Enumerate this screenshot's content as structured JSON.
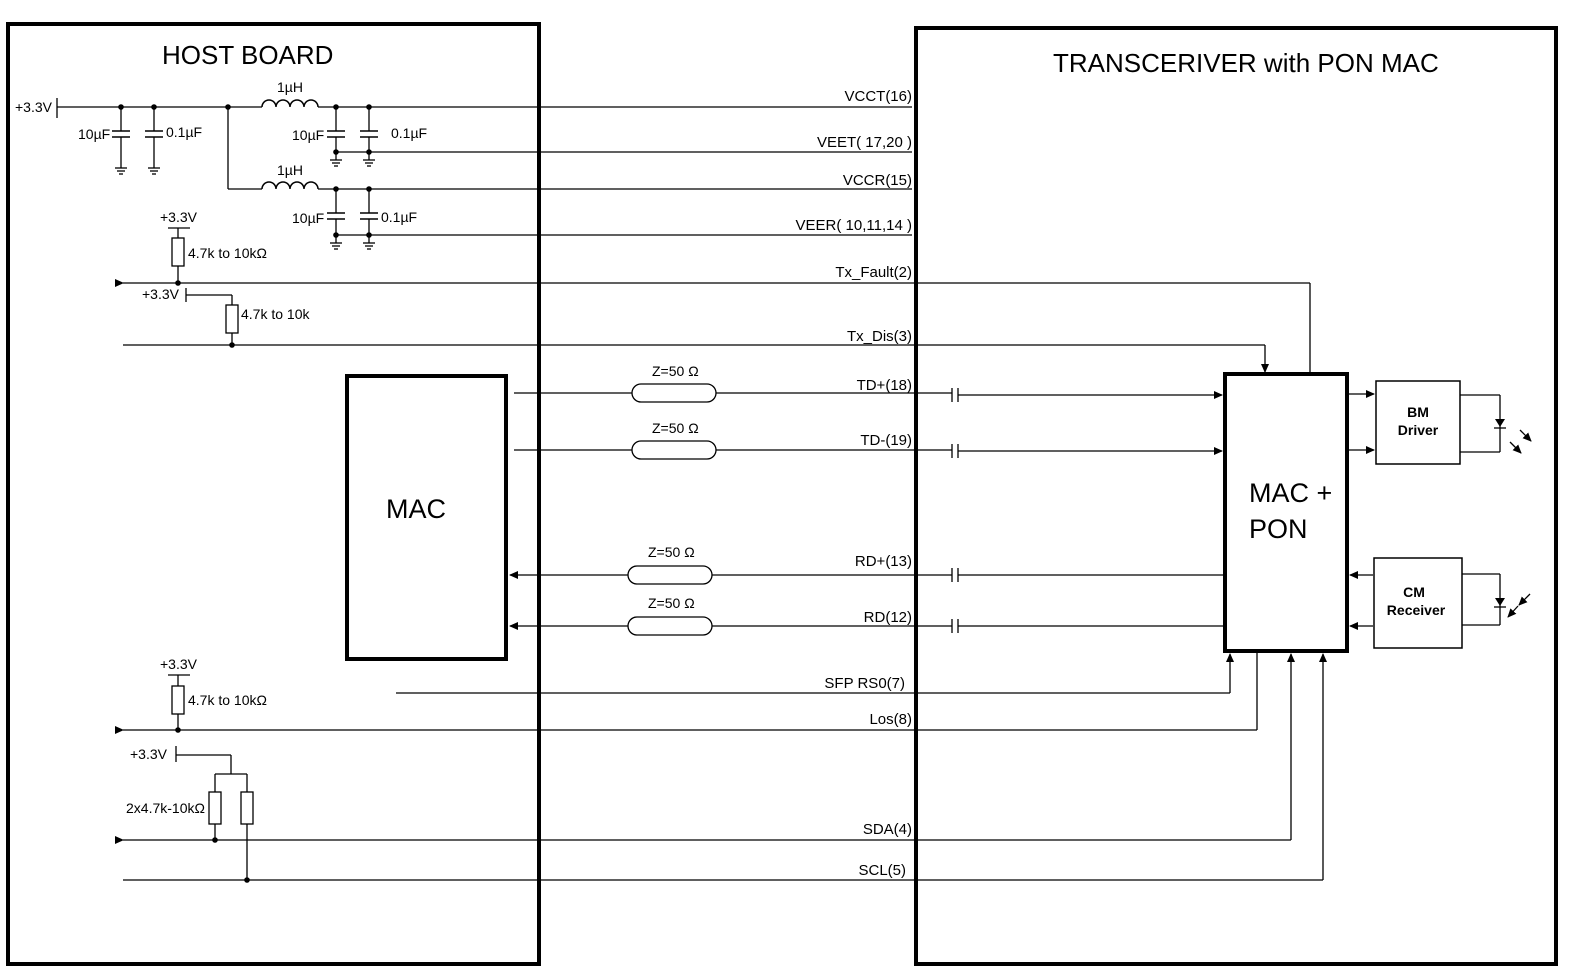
{
  "host": {
    "title": "HOST BOARD",
    "mac_label": "MAC"
  },
  "transceiver": {
    "title": "TRANSCERIVER with PON MAC",
    "block_line1": "MAC +",
    "block_line2": "PON"
  },
  "supply": {
    "rail": "+3.3V",
    "c_bulk": "10µF",
    "c_bypass": "0.1µF",
    "inductor": "1µH"
  },
  "pullups": {
    "rail": "+3.3V",
    "r_txfault": "4.7k to 10kΩ",
    "r_txdis": "4.7k to 10k",
    "r_los": "4.7k to 10kΩ",
    "r_i2c": "2x4.7k-10kΩ"
  },
  "impedance": "Z=50 Ω",
  "signals": {
    "vcct": "VCCT(16)",
    "veet": "VEET( 17,20 )",
    "vccr": "VCCR(15)",
    "veer": "VEER( 10,11,14 )",
    "tx_fault": "Tx_Fault(2)",
    "tx_dis": "Tx_Dis(3)",
    "td_p": "TD+(18)",
    "td_n": "TD-(19)",
    "rd_p": "RD+(13)",
    "rd_n": "RD(12)",
    "rs0": "SFP RS0(7)",
    "los": "Los(8)",
    "sda": "SDA(4)",
    "scl": "SCL(5)"
  },
  "bm_driver": {
    "line1": "BM",
    "line2": "Driver"
  },
  "cm_receiver": {
    "line1": "CM",
    "line2": "Receiver"
  }
}
